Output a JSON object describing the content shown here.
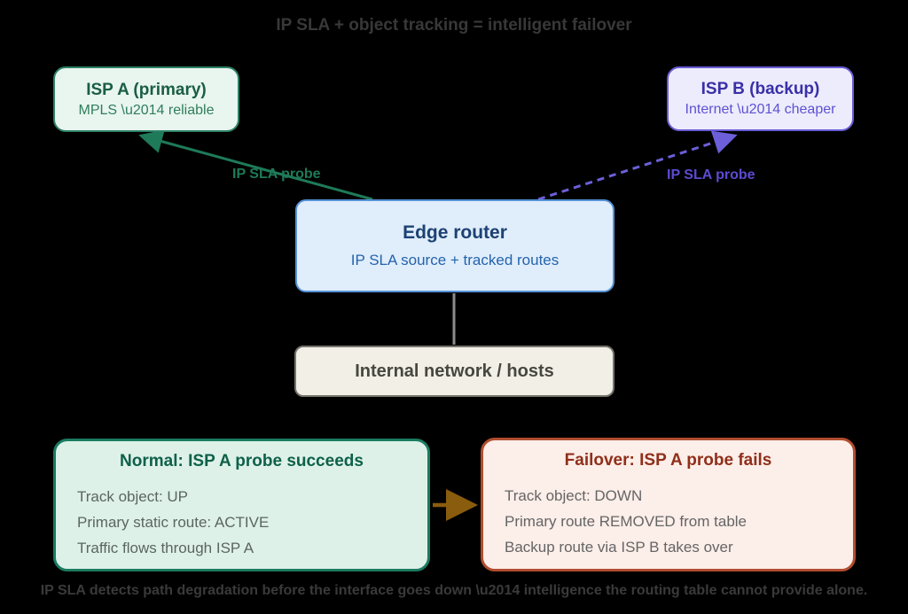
{
  "title": "IP SLA + object tracking = intelligent failover",
  "caption": "IP SLA detects path degradation before the interface goes down \\u2014 intelligence the routing table cannot provide alone.",
  "nodes": {
    "isp_a": {
      "title": "ISP A (primary)",
      "subtitle": "MPLS \\u2014 reliable"
    },
    "isp_b": {
      "title": "ISP B (backup)",
      "subtitle": "Internet \\u2014 cheaper"
    },
    "edge_router": {
      "title": "Edge router",
      "subtitle": "IP SLA source + tracked routes"
    },
    "internal_network": {
      "title": "Internal network / hosts"
    }
  },
  "edges": {
    "probe_a_label": "IP SLA probe",
    "probe_b_label": "IP SLA probe"
  },
  "panels": {
    "normal": {
      "title": "Normal: ISP A probe succeeds",
      "lines": {
        "0": "Track object: UP",
        "1": "Primary static route: ACTIVE",
        "2": "Traffic flows through ISP A"
      }
    },
    "failover": {
      "title": "Failover: ISP A probe fails",
      "lines": {
        "0": "Track object: DOWN",
        "1": "Primary route REMOVED from table",
        "2": "Backup route via ISP B takes over"
      }
    }
  },
  "colors": {
    "background": "#000000",
    "heading_text": "#383838",
    "green_accent": "#1e7a58",
    "green_fill": "#e9f5ef",
    "purple_accent": "#685bd6",
    "purple_fill": "#edecfc",
    "blue_accent": "#5592d6",
    "blue_fill": "#e0edfb",
    "neutral_fill": "#f1efe6",
    "failover_accent": "#b14d2f",
    "failover_fill": "#fceee9",
    "transition_arrow": "#8a5c0e",
    "lan_line": "#8b8b8b"
  }
}
